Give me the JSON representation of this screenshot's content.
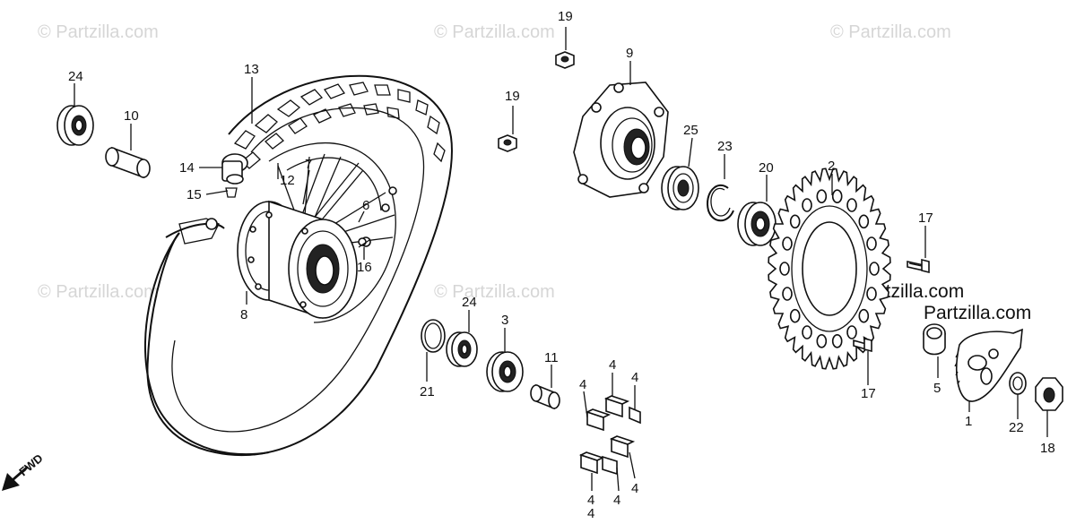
{
  "watermark": {
    "text": "© Partzilla.com",
    "inline_text": "Partzilla.com"
  },
  "direction_marker": {
    "label": "FWD",
    "icon": "arrow-down-left-icon"
  },
  "callouts": [
    {
      "id": "c1",
      "label": "1"
    },
    {
      "id": "c2",
      "label": "2"
    },
    {
      "id": "c3",
      "label": "3"
    },
    {
      "id": "c4a",
      "label": "4"
    },
    {
      "id": "c4b",
      "label": "4"
    },
    {
      "id": "c4c",
      "label": "4"
    },
    {
      "id": "c4d",
      "label": "4"
    },
    {
      "id": "c4e",
      "label": "4"
    },
    {
      "id": "c4f",
      "label": "4"
    },
    {
      "id": "c4g",
      "label": "4"
    },
    {
      "id": "c5",
      "label": "5"
    },
    {
      "id": "c6",
      "label": "6"
    },
    {
      "id": "c7",
      "label": "7"
    },
    {
      "id": "c8",
      "label": "8"
    },
    {
      "id": "c9",
      "label": "9"
    },
    {
      "id": "c10",
      "label": "10"
    },
    {
      "id": "c11",
      "label": "11"
    },
    {
      "id": "c12",
      "label": "12"
    },
    {
      "id": "c13",
      "label": "13"
    },
    {
      "id": "c14",
      "label": "14"
    },
    {
      "id": "c15",
      "label": "15"
    },
    {
      "id": "c16",
      "label": "16"
    },
    {
      "id": "c17a",
      "label": "17"
    },
    {
      "id": "c17b",
      "label": "17"
    },
    {
      "id": "c18",
      "label": "18"
    },
    {
      "id": "c19a",
      "label": "19"
    },
    {
      "id": "c19b",
      "label": "19"
    },
    {
      "id": "c20",
      "label": "20"
    },
    {
      "id": "c21",
      "label": "21"
    },
    {
      "id": "c22",
      "label": "22"
    },
    {
      "id": "c23",
      "label": "23"
    },
    {
      "id": "c24a",
      "label": "24"
    },
    {
      "id": "c24b",
      "label": "24"
    },
    {
      "id": "c25",
      "label": "25"
    }
  ]
}
